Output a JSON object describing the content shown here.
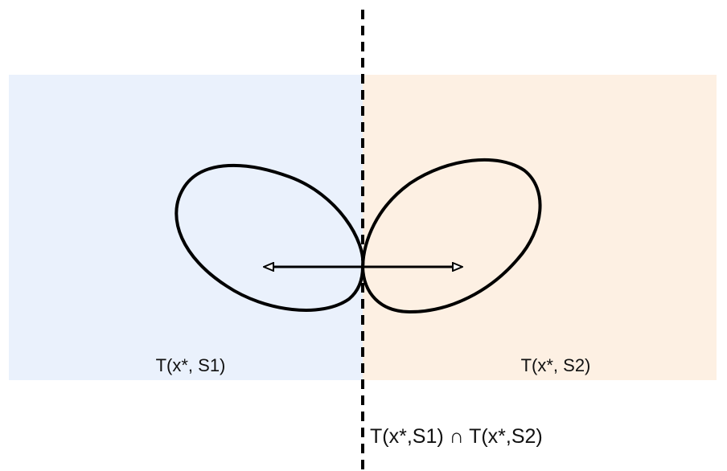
{
  "labels": {
    "left_region": "T(x*, S1)",
    "right_region": "T(x*, S2)",
    "intersection": "T(x*,S1) ∩ T(x*,S2)"
  },
  "colors": {
    "left_region_fill": "#EAF1FC",
    "right_region_fill": "#FDF0E3",
    "stroke": "#000000",
    "text": "#111111"
  }
}
